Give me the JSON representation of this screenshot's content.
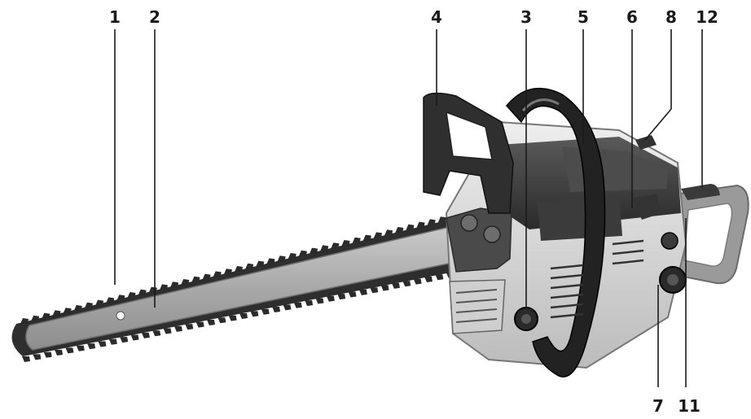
{
  "diagram": {
    "subject": "chainsaw",
    "callouts": [
      {
        "id": "c1",
        "label": "1"
      },
      {
        "id": "c2",
        "label": "2"
      },
      {
        "id": "c4",
        "label": "4"
      },
      {
        "id": "c3",
        "label": "3"
      },
      {
        "id": "c5",
        "label": "5"
      },
      {
        "id": "c6",
        "label": "6"
      },
      {
        "id": "c8",
        "label": "8"
      },
      {
        "id": "c12",
        "label": "12"
      },
      {
        "id": "c7",
        "label": "7"
      },
      {
        "id": "c11",
        "label": "11"
      }
    ]
  }
}
